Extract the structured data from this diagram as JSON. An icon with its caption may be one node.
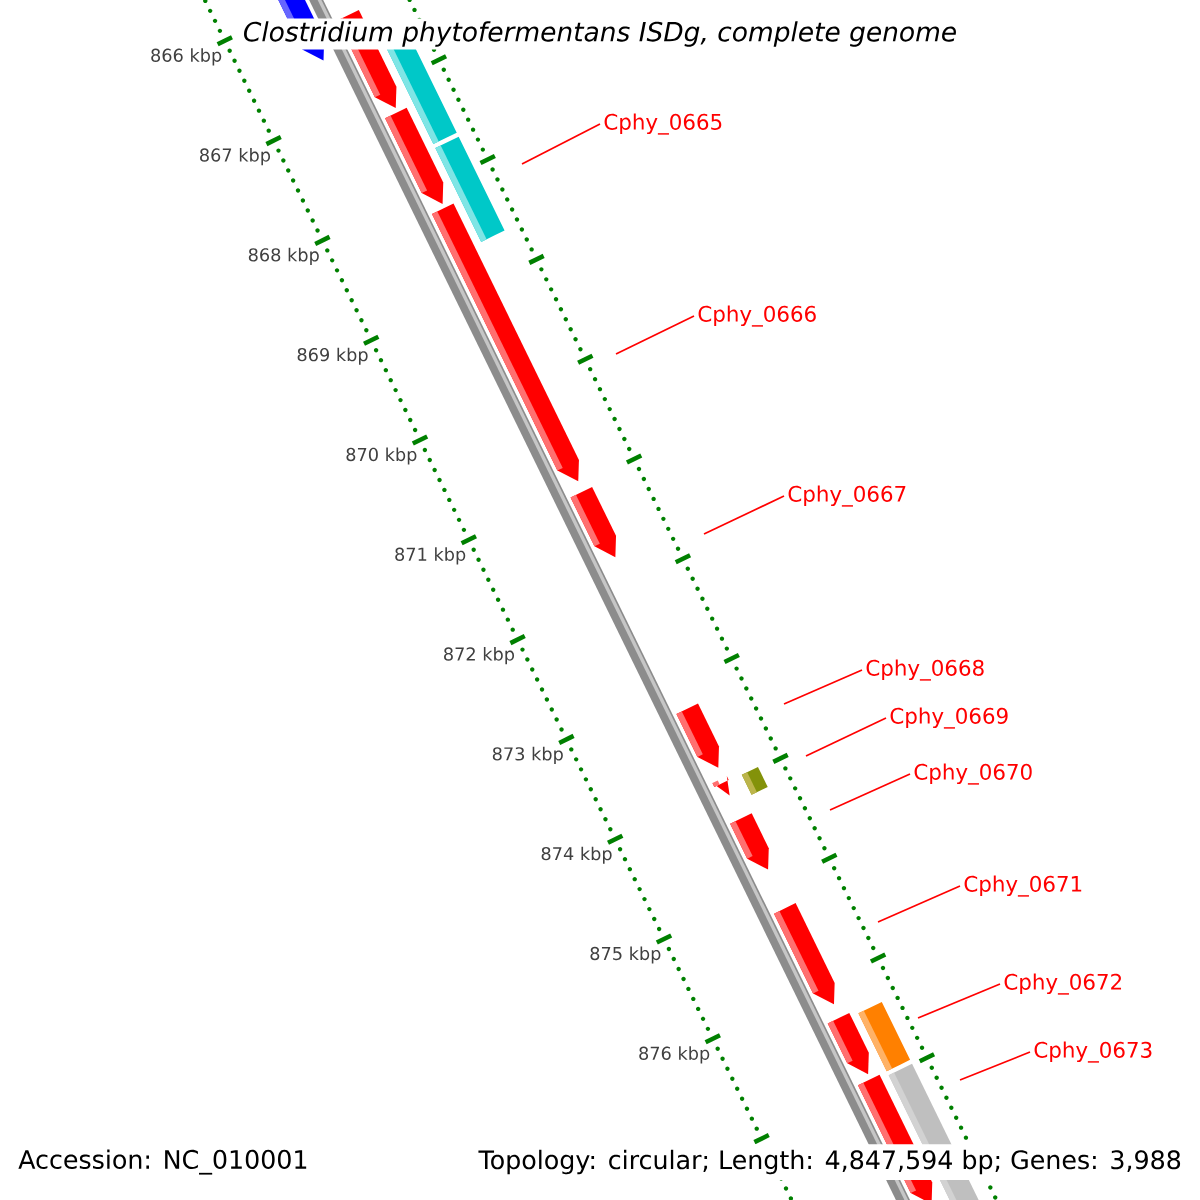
{
  "diagram": {
    "title": "Clostridium phytofermentans ISDg, complete genome",
    "nodes": [
      {
        "text": [
          "Cphy_0665"
        ]
      },
      {
        "text": [
          "Cphy_0666"
        ]
      },
      {
        "text": [
          "Cphy_0667"
        ]
      },
      {
        "text": [
          "Cphy_0668"
        ]
      },
      {
        "text": [
          "Cphy_0669"
        ]
      },
      {
        "text": [
          "Cphy_0670"
        ]
      },
      {
        "text": [
          "Cphy_0671"
        ]
      },
      {
        "text": [
          "Cphy_0672"
        ]
      },
      {
        "text": [
          "Cphy_0673"
        ]
      }
    ],
    "edges": [
      {
        "from": 0,
        "to": null,
        "arrow": "none"
      },
      {
        "from": 1,
        "to": null,
        "arrow": "none"
      },
      {
        "from": 2,
        "to": null,
        "arrow": "none"
      },
      {
        "from": 3,
        "to": null,
        "arrow": "none"
      },
      {
        "from": 4,
        "to": null,
        "arrow": "none"
      },
      {
        "from": 5,
        "to": null,
        "arrow": "none"
      },
      {
        "from": 6,
        "to": null,
        "arrow": "none"
      },
      {
        "from": 7,
        "to": null,
        "arrow": "none"
      },
      {
        "from": 8,
        "to": null,
        "arrow": "none"
      }
    ],
    "labels": [
      "866 kbp",
      "867 kbp",
      "868 kbp",
      "869 kbp",
      "870 kbp",
      "871 kbp",
      "872 kbp",
      "873 kbp",
      "874 kbp",
      "875 kbp",
      "876 kbp",
      "Accession: NC_010001",
      "Topology: circular; Length: 4,847,594 bp; Genes: 3,988"
    ]
  }
}
